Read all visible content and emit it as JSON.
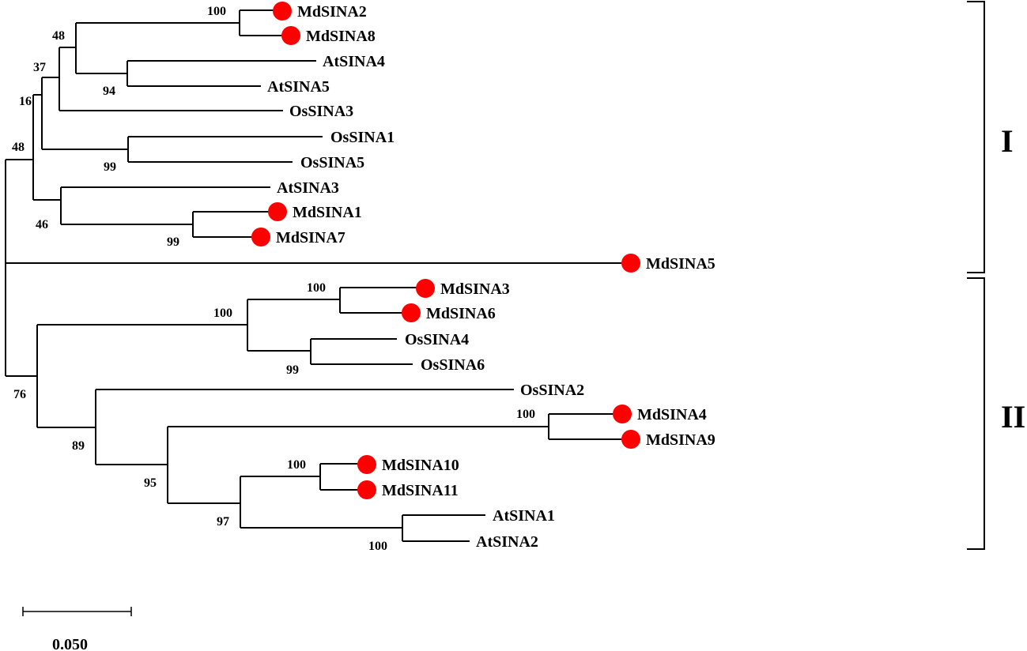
{
  "marker_color": "#ff0000",
  "line_color": "#000000",
  "leaves": {
    "MdSINA2": "MdSINA2",
    "MdSINA8": "MdSINA8",
    "AtSINA4": "AtSINA4",
    "AtSINA5": "AtSINA5",
    "OsSINA3": "OsSINA3",
    "OsSINA1": "OsSINA1",
    "OsSINA5": "OsSINA5",
    "AtSINA3": "AtSINA3",
    "MdSINA1": "MdSINA1",
    "MdSINA7": "MdSINA7",
    "MdSINA5": "MdSINA5",
    "MdSINA3": "MdSINA3",
    "MdSINA6": "MdSINA6",
    "OsSINA4": "OsSINA4",
    "OsSINA6": "OsSINA6",
    "OsSINA2": "OsSINA2",
    "MdSINA4": "MdSINA4",
    "MdSINA9": "MdSINA9",
    "MdSINA10": "MdSINA10",
    "MdSINA11": "MdSINA11",
    "AtSINA1": "AtSINA1",
    "AtSINA2": "AtSINA2"
  },
  "bootstrap": {
    "md2_md8": "100",
    "md2_grp": "48",
    "at4_at5": "94",
    "grp_os3": "37",
    "grp_os15": "16",
    "os1_os5": "99",
    "top_clade": "48",
    "at3_grp": "46",
    "md1_md7": "99",
    "md3_md6": "100",
    "md3_os46": "100",
    "os4_os6": "99",
    "clade2": "76",
    "os2_grp": "89",
    "md4_md9": "100",
    "md4_md10": "95",
    "md10_md11": "100",
    "md10_at": "97",
    "at1_at2": "100"
  },
  "clades": {
    "group1": "I",
    "group2": "II"
  },
  "scale_bar": {
    "label": "0.050",
    "value": 0.05
  }
}
